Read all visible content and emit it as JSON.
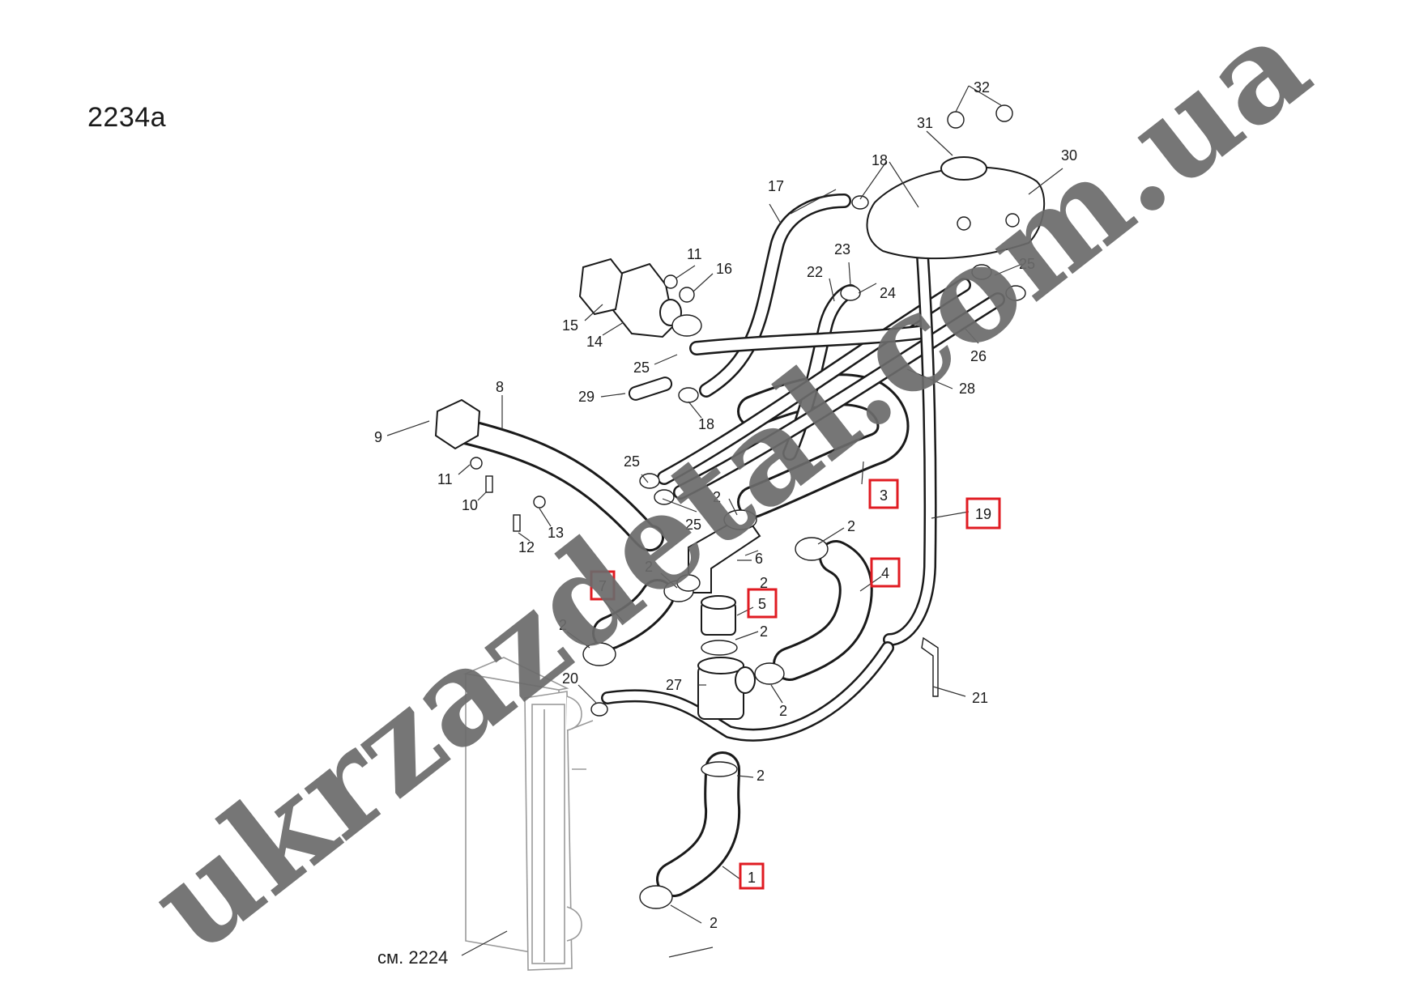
{
  "diagram": {
    "title": "2234a",
    "reference_note": "см. 2224",
    "watermark": "ukrzazdetal.com.ua",
    "highlight_color": "#e01b22",
    "highlighted_parts": [
      "1",
      "3",
      "4",
      "5",
      "7",
      "19"
    ],
    "labels": {
      "p1": "1",
      "p2a": "2",
      "p2b": "2",
      "p2c": "2",
      "p2d": "2",
      "p2e": "2",
      "p2f": "2",
      "p2g": "2",
      "p2h": "2",
      "p2i": "2",
      "p3": "3",
      "p4": "4",
      "p5": "5",
      "p6": "6",
      "p7": "7",
      "p8": "8",
      "p9": "9",
      "p10": "10",
      "p11a": "11",
      "p11b": "11",
      "p12": "12",
      "p13": "13",
      "p14": "14",
      "p15": "15",
      "p16": "16",
      "p17": "17",
      "p18a": "18",
      "p18b": "18",
      "p19": "19",
      "p20": "20",
      "p21": "21",
      "p22": "22",
      "p23": "23",
      "p24": "24",
      "p25a": "25",
      "p25b": "25",
      "p25c": "25",
      "p25d": "25",
      "p26": "26",
      "p27": "27",
      "p28": "28",
      "p29": "29",
      "p30": "30",
      "p31": "31",
      "p32": "32"
    }
  }
}
